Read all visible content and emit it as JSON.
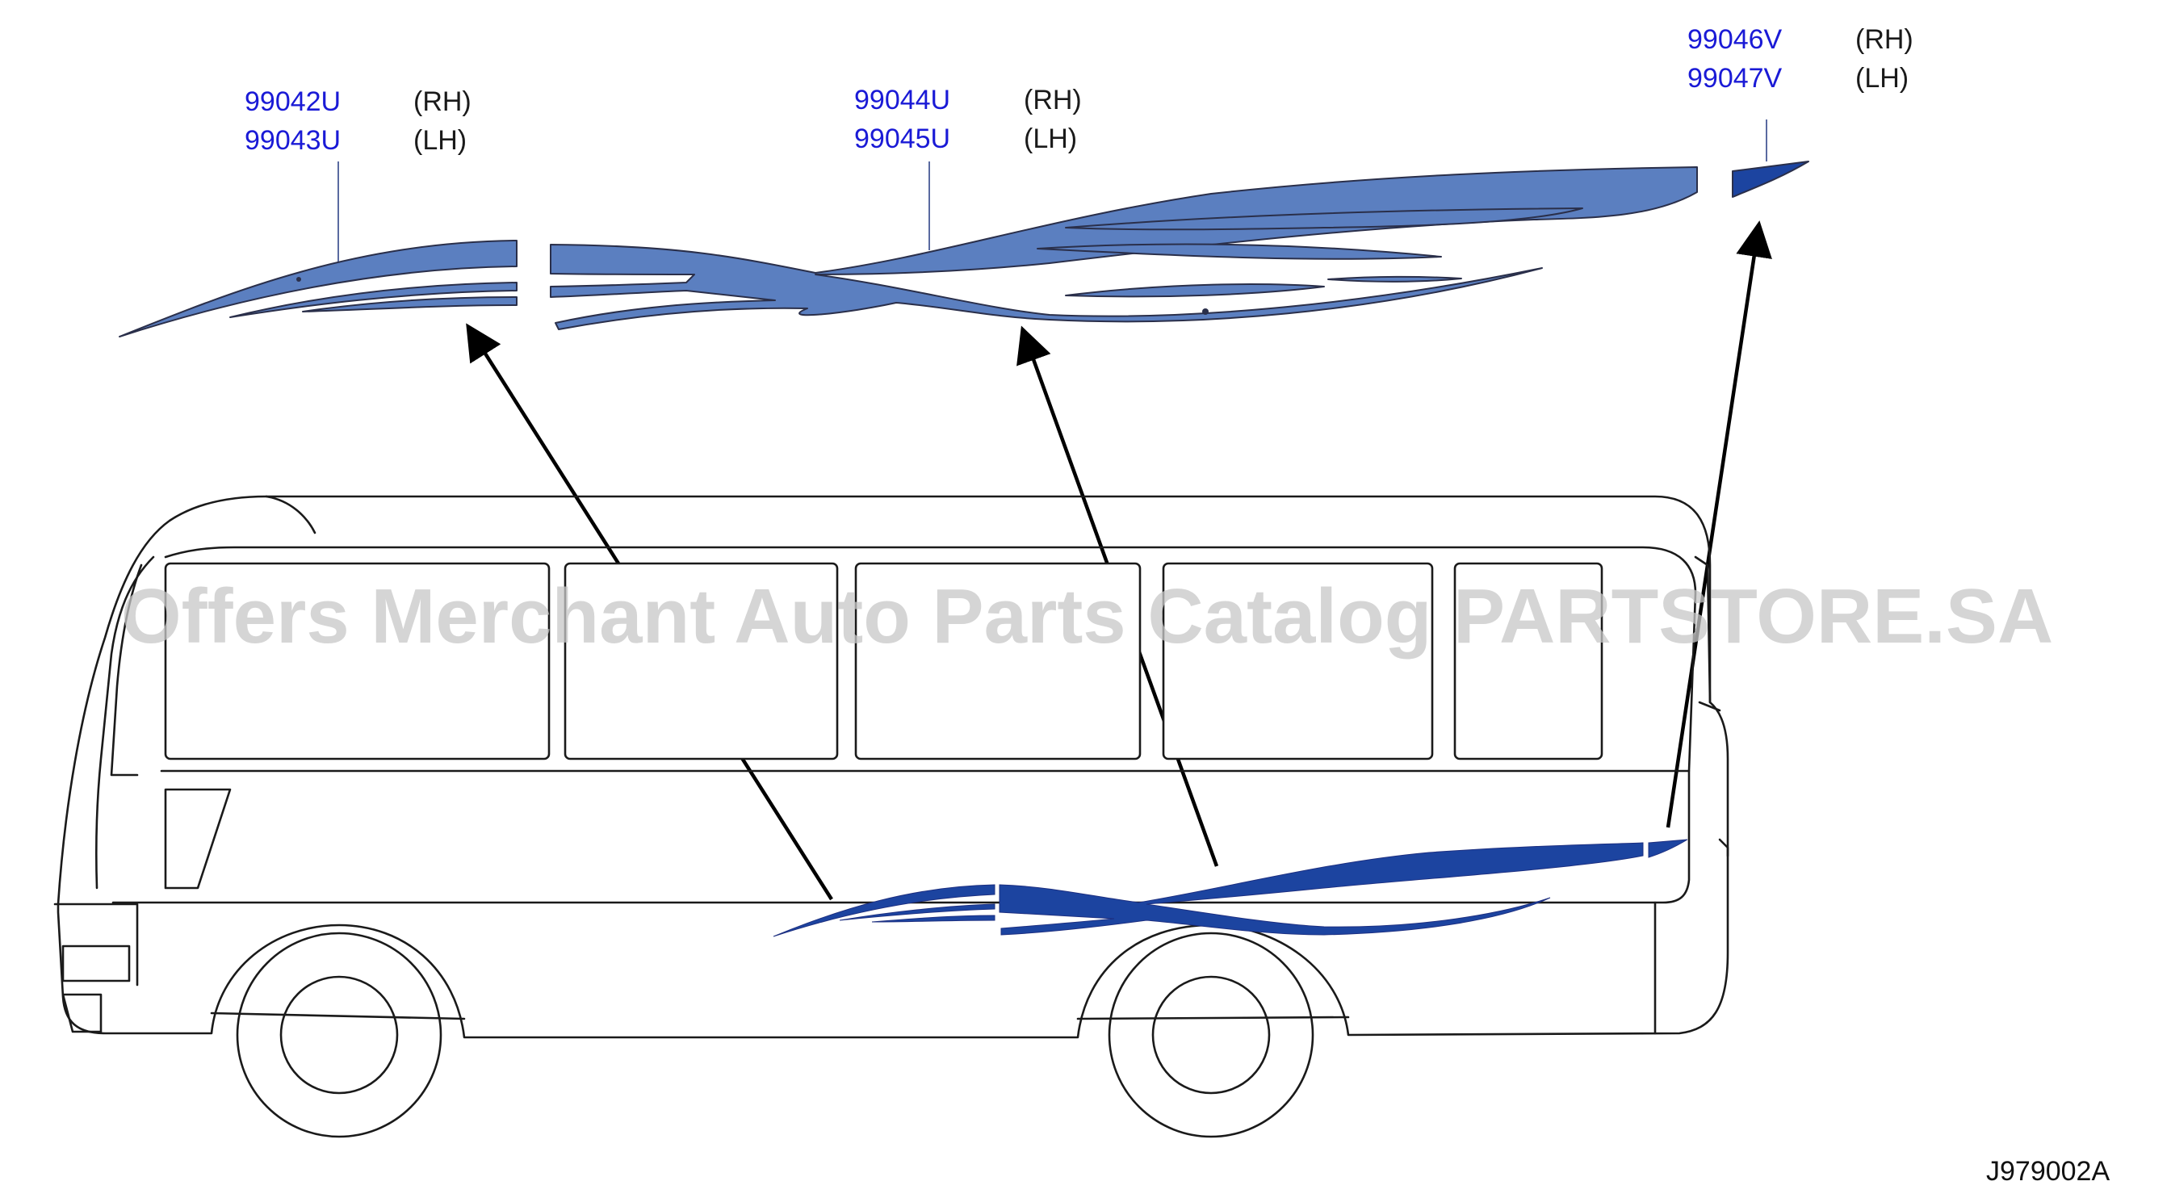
{
  "parts": [
    {
      "id": "front",
      "rh_code": "99042U",
      "rh_side": "(RH)",
      "lh_code": "99043U",
      "lh_side": "(LH)"
    },
    {
      "id": "middle",
      "rh_code": "99044U",
      "rh_side": "(RH)",
      "lh_code": "99045U",
      "lh_side": "(LH)"
    },
    {
      "id": "rear",
      "rh_code": "99046V",
      "rh_side": "(RH)",
      "lh_code": "99047V",
      "lh_side": "(LH)"
    }
  ],
  "watermark": "Offers Merchant Auto Parts Catalog PARTSTORE.SA",
  "diagram_ref": "J979002A",
  "colors": {
    "decal_light": "#5b7fc0",
    "decal_dark": "#1c44a0",
    "code_link": "#1a1ad6",
    "outline": "#1a1a1a"
  }
}
